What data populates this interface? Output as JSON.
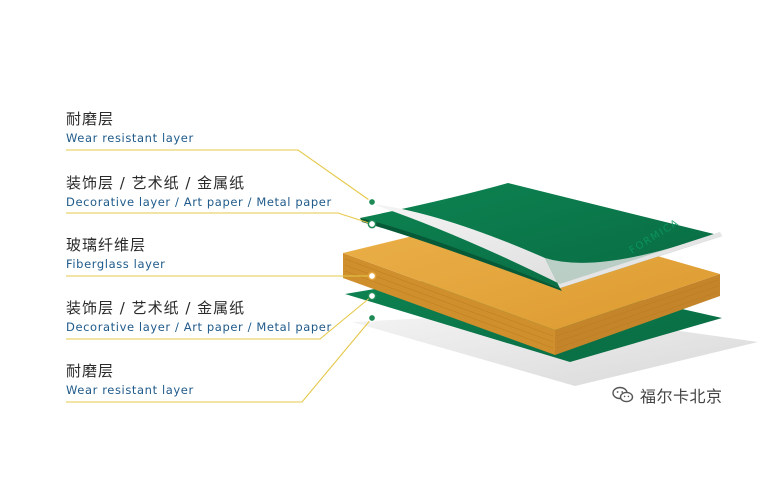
{
  "layers": [
    {
      "zh": "耐磨层",
      "en": "Wear resistant layer"
    },
    {
      "zh": "装饰层 / 艺术纸 / 金属纸",
      "en": "Decorative layer / Art paper / Metal paper"
    },
    {
      "zh": "玻璃纤维层",
      "en": "Fiberglass layer"
    },
    {
      "zh": "装饰层 / 艺术纸 / 金属纸",
      "en": "Decorative layer / Art paper / Metal paper"
    },
    {
      "zh": "耐磨层",
      "en": "Wear resistant layer"
    }
  ],
  "brand_mark": "FORMICA",
  "watermark": "福尔卡北京",
  "colors": {
    "green": "#0b7a4c",
    "orange": "#e3a33b",
    "line": "#e6c84a",
    "dot": "#1e8b57"
  }
}
